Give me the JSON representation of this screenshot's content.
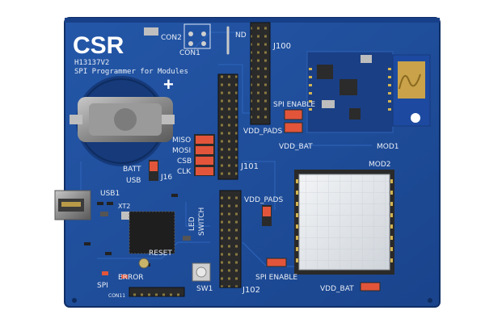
{
  "board": {
    "brand": "CSR",
    "part_number": "H13137V2",
    "subtitle": "SPI Programmer for Modules",
    "plus_mark": "+"
  },
  "labels": {
    "con1": "CON1",
    "con2": "CON2",
    "con11": "CON11",
    "j100": "J100",
    "j101": "J101",
    "j102": "J102",
    "j16": "J16",
    "usb1": "USB1",
    "xt2": "XT2",
    "miso": "MISO",
    "mosi": "MOSI",
    "csb": "CSB",
    "clk": "CLK",
    "batt": "BATT",
    "usb": "USB",
    "reset": "RESET",
    "led": "LED",
    "switch": "SWITCH",
    "sw1": "SW1",
    "spi": "SPI",
    "error": "ERROR",
    "spi_enable_top": "SPI ENABLE",
    "vdd_pads_top": "VDD_PADS",
    "vdd_bat_top": "VDD_BAT",
    "mod1": "MOD1",
    "mod2": "MOD2",
    "vdd_pads_mid": "VDD_PADS",
    "spi_enable_bottom": "SPI ENABLE",
    "vdd_bat_bottom": "VDD_BAT",
    "nd": "ND"
  },
  "colors": {
    "pcb": "#1f4f9c",
    "pcb_dark": "#173f82",
    "header": "#262626",
    "jumper": "#e2553a",
    "module_shield": "#e3e6ea",
    "silkscreen": "#e9eef6"
  }
}
